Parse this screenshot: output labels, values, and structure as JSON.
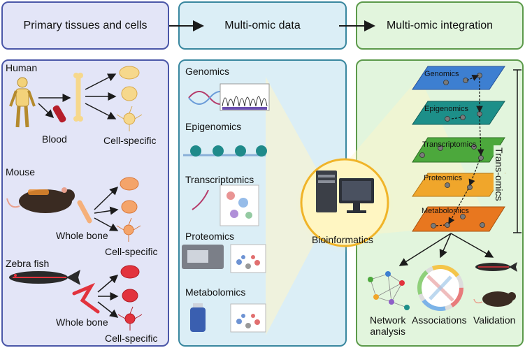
{
  "headers": {
    "primary": "Primary tissues and cells",
    "multiomic": "Multi-omic data",
    "integration": "Multi-omic integration"
  },
  "organisms": {
    "human": "Human",
    "blood": "Blood",
    "cell_specific_1": "Cell-specific",
    "mouse": "Mouse",
    "whole_bone_1": "Whole bone",
    "cell_specific_2": "Cell-specific",
    "zebrafish": "Zebra fish",
    "whole_bone_2": "Whole bone",
    "cell_specific_3": "Cell-specific"
  },
  "omics": {
    "genomics": "Genomics",
    "epigenomics": "Epigenomics",
    "transcriptomics": "Transcriptomics",
    "proteomics": "Proteomics",
    "metabolomics": "Metabolomics"
  },
  "center": "Bioinformatics",
  "layers": [
    "Genomics",
    "Epigenomics",
    "Transcriptomics",
    "Proteomics",
    "Metabolomics"
  ],
  "layer_colors": [
    "#3d7fd1",
    "#1d8f89",
    "#4ca83c",
    "#f0a62b",
    "#e8771f"
  ],
  "trans_omics": "Trans-omics",
  "outcomes": {
    "network": "Network\nanalysis",
    "associations": "Associations",
    "validation": "Validation"
  },
  "colors": {
    "blue_panel": "#e3e5f7",
    "teal_panel": "#dbeef6",
    "green_panel": "#e2f5dd",
    "arrow": "#1b1b1b"
  }
}
